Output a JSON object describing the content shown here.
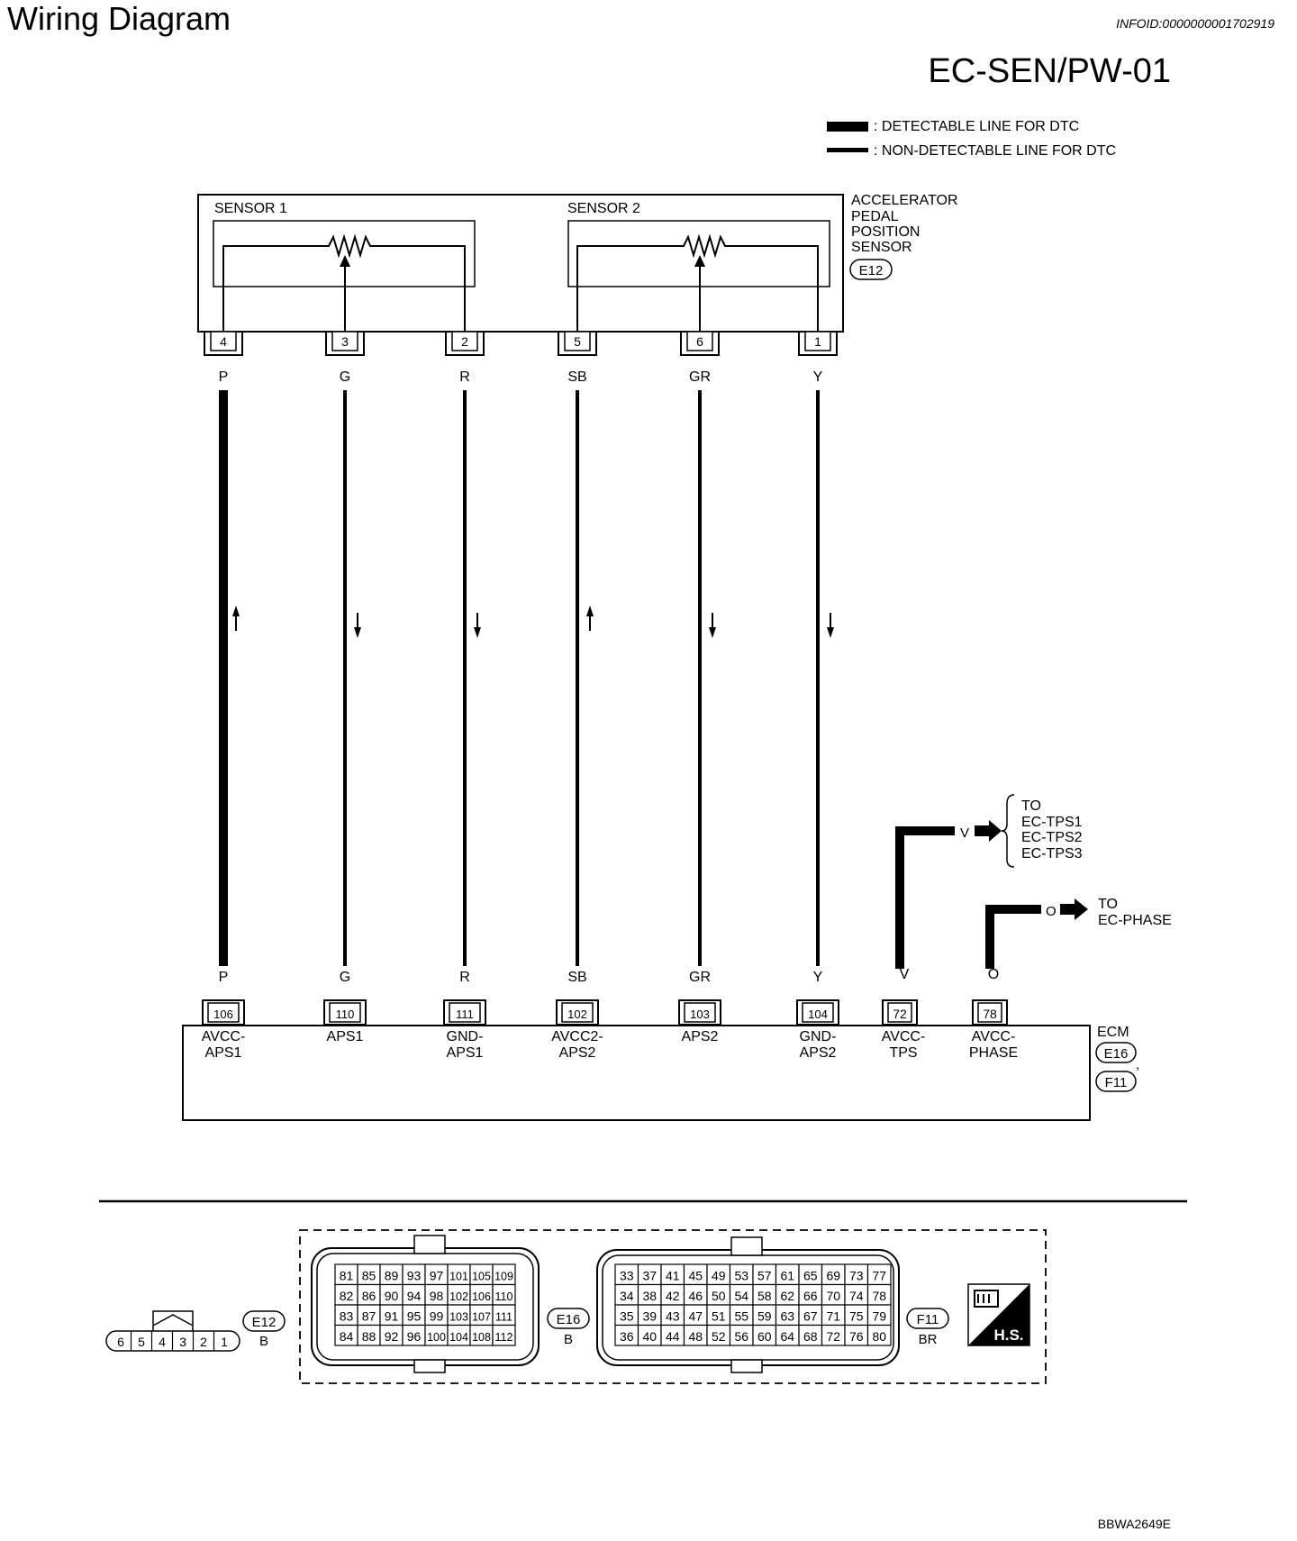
{
  "header": {
    "title": "Wiring Diagram",
    "info_id": "INFOID:0000000001702919",
    "diagram_code": "EC-SEN/PW-01"
  },
  "legend": {
    "detectable": ": DETECTABLE LINE FOR DTC",
    "non_detectable": ": NON-DETECTABLE LINE FOR DTC"
  },
  "sensor": {
    "name_lines": [
      "ACCELERATOR",
      "PEDAL",
      "POSITION",
      "SENSOR"
    ],
    "connector": "E12",
    "sensor1_label": "SENSOR 1",
    "sensor2_label": "SENSOR 2"
  },
  "wires": [
    {
      "sensor_pin": "4",
      "color": "P",
      "ecm_pin": "106",
      "ecm_label": [
        "AVCC-",
        "APS1"
      ],
      "arrow": "up",
      "detectable": true
    },
    {
      "sensor_pin": "3",
      "color": "G",
      "ecm_pin": "110",
      "ecm_label": [
        "APS1"
      ],
      "arrow": "down",
      "detectable": false
    },
    {
      "sensor_pin": "2",
      "color": "R",
      "ecm_pin": "111",
      "ecm_label": [
        "GND-",
        "APS1"
      ],
      "arrow": "down",
      "detectable": false
    },
    {
      "sensor_pin": "5",
      "color": "SB",
      "ecm_pin": "102",
      "ecm_label": [
        "AVCC2-",
        "APS2"
      ],
      "arrow": "up",
      "detectable": false
    },
    {
      "sensor_pin": "6",
      "color": "GR",
      "ecm_pin": "103",
      "ecm_label": [
        "APS2"
      ],
      "arrow": "down",
      "detectable": false
    },
    {
      "sensor_pin": "1",
      "color": "Y",
      "ecm_pin": "104",
      "ecm_label": [
        "GND-",
        "APS2"
      ],
      "arrow": "down",
      "detectable": false
    }
  ],
  "extra_wires": [
    {
      "color": "V",
      "ecm_pin": "72",
      "ecm_label": [
        "AVCC-",
        "TPS"
      ],
      "dest": [
        "TO",
        "EC-TPS1",
        "EC-TPS2",
        "EC-TPS3"
      ]
    },
    {
      "color": "O",
      "ecm_pin": "78",
      "ecm_label": [
        "AVCC-",
        "PHASE"
      ],
      "dest": [
        "TO",
        "EC-PHASE"
      ]
    }
  ],
  "ecm": {
    "name": "ECM",
    "connectors": [
      "E16",
      "F11"
    ]
  },
  "connector_views": {
    "e12": {
      "id": "E12",
      "color": "B",
      "pins": [
        "6",
        "5",
        "4",
        "3",
        "2",
        "1"
      ]
    },
    "e16": {
      "id": "E16",
      "color": "B",
      "rows": [
        [
          "81",
          "85",
          "89",
          "93",
          "97",
          "101",
          "105",
          "109"
        ],
        [
          "82",
          "86",
          "90",
          "94",
          "98",
          "102",
          "106",
          "110"
        ],
        [
          "83",
          "87",
          "91",
          "95",
          "99",
          "103",
          "107",
          "111"
        ],
        [
          "84",
          "88",
          "92",
          "96",
          "100",
          "104",
          "108",
          "112"
        ]
      ]
    },
    "f11": {
      "id": "F11",
      "color": "BR",
      "rows": [
        [
          "33",
          "37",
          "41",
          "45",
          "49",
          "53",
          "57",
          "61",
          "65",
          "69",
          "73",
          "77"
        ],
        [
          "34",
          "38",
          "42",
          "46",
          "50",
          "54",
          "58",
          "62",
          "66",
          "70",
          "74",
          "78"
        ],
        [
          "35",
          "39",
          "43",
          "47",
          "51",
          "55",
          "59",
          "63",
          "67",
          "71",
          "75",
          "79"
        ],
        [
          "36",
          "40",
          "44",
          "48",
          "52",
          "56",
          "60",
          "64",
          "68",
          "72",
          "76",
          "80"
        ]
      ]
    },
    "hs_label": "H.S."
  },
  "footer": {
    "code": "BBWA2649E"
  }
}
